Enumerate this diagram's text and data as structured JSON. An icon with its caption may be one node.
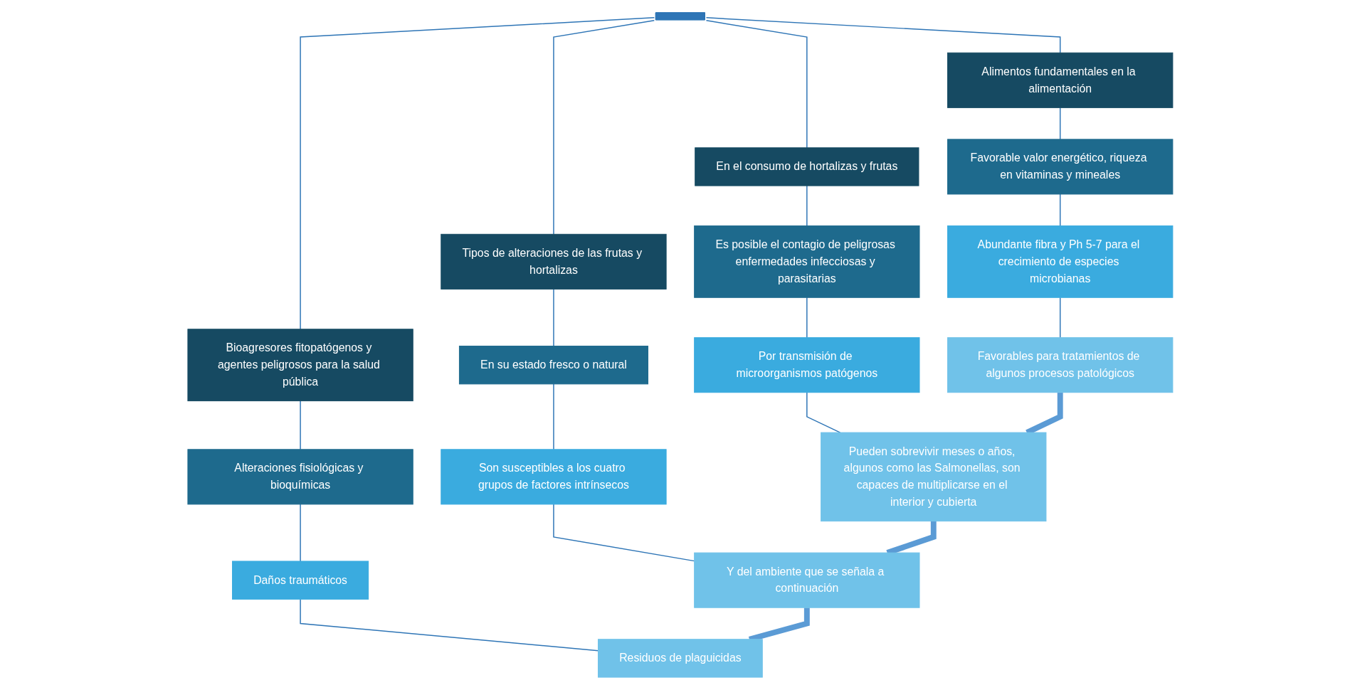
{
  "diagram": {
    "nodes": [
      {
        "text": [],
        "shape": "bar"
      },
      {
        "text": [
          "Alimentos fundamentales en la alimentación"
        ]
      },
      {
        "text": [
          "En el consumo de hortalizas y frutas"
        ]
      },
      {
        "text": [
          "Tipos de alteraciones de las frutas y hortalizas"
        ]
      },
      {
        "text": [
          "Bioagresores fitopatógenos y agentes peligrosos para la salud pública"
        ]
      },
      {
        "text": [
          "Favorable valor energético, riqueza en vitaminas y mineales"
        ]
      },
      {
        "text": [
          "Es posible el contagio de peligrosas enfermedades infecciosas y parasitarias"
        ]
      },
      {
        "text": [
          "En su estado fresco o natural"
        ]
      },
      {
        "text": [
          "Alteraciones fisiológicas y bioquímicas"
        ]
      },
      {
        "text": [
          "Abundante fibra y Ph 5-7 para el crecimiento de especies microbianas"
        ]
      },
      {
        "text": [
          "Por transmisión de microorganismos patógenos"
        ]
      },
      {
        "text": [
          "Son susceptibles a los cuatro grupos de factores intrínsecos"
        ]
      },
      {
        "text": [
          "Daños traumáticos"
        ]
      },
      {
        "text": [
          "Favorables para tratamientos de algunos procesos patológicos"
        ]
      },
      {
        "text": [
          "Pueden sobrevivir meses o años, algunos como las Salmonellas, son capaces de multiplicarse en el interior y cubierta"
        ]
      },
      {
        "text": [
          "Y del ambiente que se señala a continuación"
        ]
      },
      {
        "text": [
          "Residuos de plaguicidas"
        ]
      }
    ],
    "edges": [
      {
        "from": 0,
        "to": 1,
        "arrow": "none"
      },
      {
        "from": 0,
        "to": 2,
        "arrow": "none"
      },
      {
        "from": 0,
        "to": 3,
        "arrow": "none"
      },
      {
        "from": 0,
        "to": 4,
        "arrow": "none"
      },
      {
        "from": 1,
        "to": 5,
        "arrow": "none"
      },
      {
        "from": 2,
        "to": 6,
        "arrow": "none"
      },
      {
        "from": 3,
        "to": 7,
        "arrow": "none"
      },
      {
        "from": 4,
        "to": 8,
        "arrow": "none"
      },
      {
        "from": 5,
        "to": 9,
        "arrow": "none"
      },
      {
        "from": 6,
        "to": 10,
        "arrow": "none"
      },
      {
        "from": 7,
        "to": 11,
        "arrow": "none"
      },
      {
        "from": 8,
        "to": 12,
        "arrow": "none"
      },
      {
        "from": 9,
        "to": 13,
        "arrow": "none"
      },
      {
        "from": 10,
        "to": 14,
        "arrow": "none"
      },
      {
        "from": 11,
        "to": 15,
        "arrow": "none"
      },
      {
        "from": 12,
        "to": 16,
        "arrow": "none"
      },
      {
        "from": 13,
        "to": 14,
        "arrow": "none",
        "style": "thick",
        "color": "#5b9bd5"
      },
      {
        "from": 14,
        "to": 15,
        "arrow": "none",
        "style": "thick",
        "color": "#5b9bd5"
      },
      {
        "from": 15,
        "to": 16,
        "arrow": "none",
        "style": "thick",
        "color": "#5b9bd5"
      }
    ]
  }
}
